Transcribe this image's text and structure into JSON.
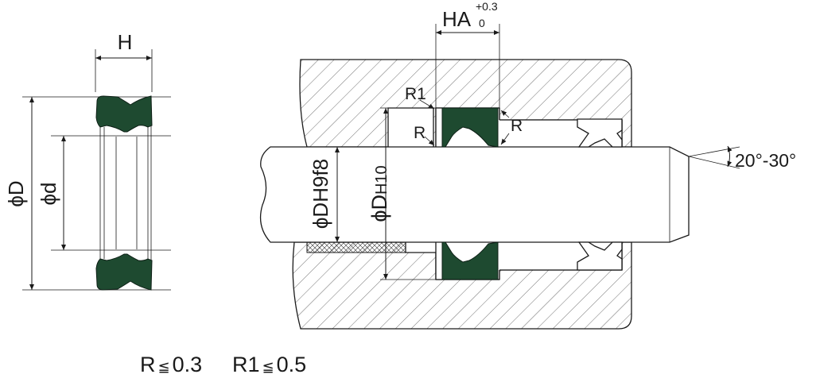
{
  "colors": {
    "seal": "#1e4a30",
    "line": "#1a1a1a",
    "background": "#ffffff"
  },
  "labels": {
    "seal_width": "H",
    "outer_diameter": "ϕD",
    "inner_diameter": "ϕd",
    "groove_width_main": "H",
    "groove_width_sub": "A",
    "tolerance_upper": "+0.3",
    "tolerance_lower": "0",
    "radius_r1": "R1",
    "radius_r_left": "R",
    "radius_r_right": "R",
    "rod_diameter": "ϕDH9f8",
    "bore_diameter_main": "ϕD",
    "bore_diameter_sub": "H10",
    "chamfer_angle": "20°-30°"
  },
  "footer": {
    "radius_r_label": "R",
    "radius_r_op": "≦",
    "radius_r_value": "0.3",
    "radius_r1_label": "R1",
    "radius_r1_op": "≦",
    "radius_r1_value": "0.5"
  }
}
